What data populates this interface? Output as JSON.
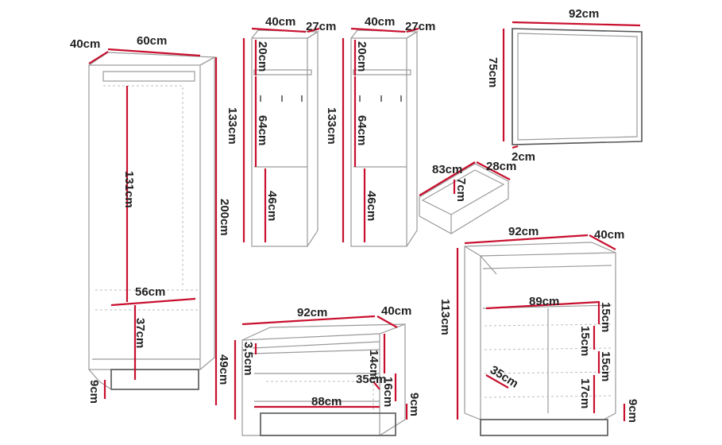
{
  "wardrobe": {
    "depth": "40cm",
    "width": "60cm",
    "upper_height": "131cm",
    "total_height": "200cm",
    "inner_width": "56cm",
    "lower_height": "37cm",
    "plinth": "9cm"
  },
  "hanger_left": {
    "width": "40cm",
    "depth": "27cm",
    "height": "133cm",
    "top_section": "20cm",
    "middle_section": "64cm",
    "bottom_section": "46cm"
  },
  "hanger_right": {
    "width": "40cm",
    "depth": "27cm",
    "height": "133cm",
    "top_section": "20cm",
    "middle_section": "64cm",
    "bottom_section": "46cm"
  },
  "mirror": {
    "width": "92cm",
    "height": "75cm",
    "thickness": "2cm"
  },
  "drawer": {
    "width": "83cm",
    "depth": "28cm",
    "height": "7cm"
  },
  "bench": {
    "width": "92cm",
    "depth": "40cm",
    "height": "49cm",
    "top_thickness": "3,5cm",
    "drawer_height": "14cm",
    "opening_depth": "35cm",
    "opening_height": "16cm",
    "inner_width": "88cm",
    "plinth": "9cm"
  },
  "shoe_cabinet": {
    "width": "92cm",
    "depth": "40cm",
    "height": "113cm",
    "inner_width": "89cm",
    "shelf_1": "15cm",
    "shelf_2": "15cm",
    "shelf_3": "15cm",
    "bottom_shelf": "17cm",
    "shelf_depth": "35cm",
    "plinth": "9cm"
  }
}
